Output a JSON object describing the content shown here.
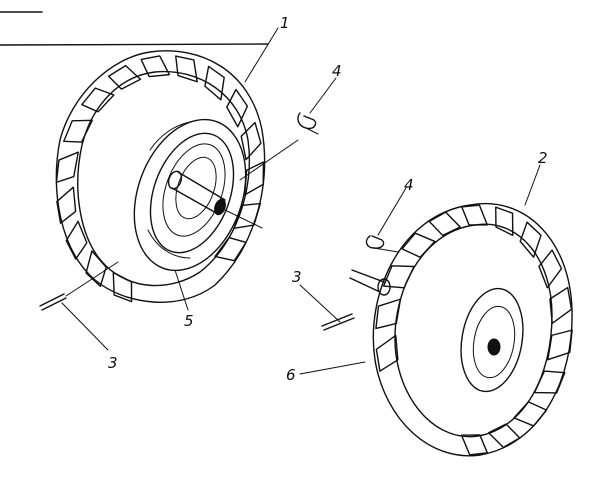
{
  "callouts": [
    {
      "id": "c1",
      "text": "1"
    },
    {
      "id": "c2",
      "text": "2"
    },
    {
      "id": "c3a",
      "text": "3"
    },
    {
      "id": "c3b",
      "text": "3"
    },
    {
      "id": "c4a",
      "text": "4"
    },
    {
      "id": "c4b",
      "text": "4"
    },
    {
      "id": "c5",
      "text": "5"
    },
    {
      "id": "c6",
      "text": "6"
    }
  ]
}
